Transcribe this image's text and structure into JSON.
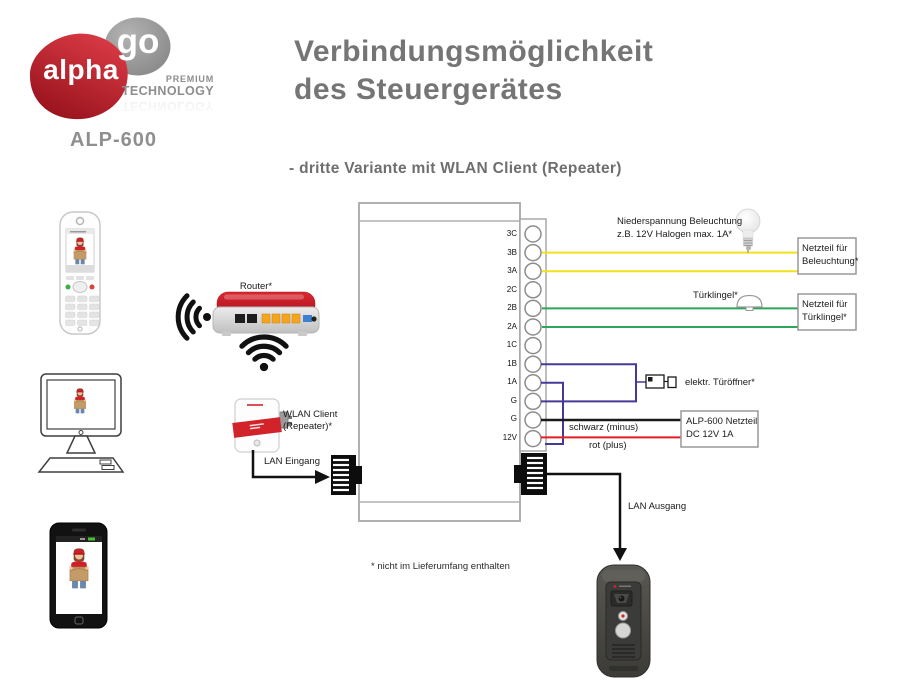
{
  "logo": {
    "brand_primary": "alpha",
    "brand_secondary": "go",
    "tagline_line1": "PREMIUM",
    "tagline_line2": "TECHNOLOGY",
    "model": "ALP-600",
    "brand_red": "#c01722",
    "brand_gray": "#9a9a9a"
  },
  "header": {
    "title_line1": "Verbindungsmöglichkeit",
    "title_line2": "des Steuergerätes",
    "subtitle": "- dritte Variante mit WLAN Client (Repeater)",
    "title_color": "#757575"
  },
  "network": {
    "router_label": "Router*",
    "wlan_client_line1": "WLAN Client",
    "wlan_client_line2": "(Repeater)*",
    "lan_in_label": "LAN Eingang",
    "lan_out_label": "LAN Ausgang"
  },
  "terminal_strip": {
    "labels": [
      "3C",
      "3B",
      "3A",
      "2C",
      "2B",
      "2A",
      "1C",
      "1B",
      "1A",
      "G",
      "G",
      "12V"
    ]
  },
  "annotations": {
    "lighting_line1": "Niederspannung Beleuchtung",
    "lighting_line2": "z.B. 12V Halogen max. 1A*",
    "doorbell": "Türklingel*",
    "door_opener": "elektr. Türöffner*",
    "wire_black_label": "schwarz (minus)",
    "wire_red_label": "rot (plus)",
    "footnote": "* nicht im Lieferumfang enthalten"
  },
  "boxes": {
    "psu_lighting_line1": "Netzteil für",
    "psu_lighting_line2": "Beleuchtung*",
    "psu_doorbell_line1": "Netzteil für",
    "psu_doorbell_line2": "Türklingel*",
    "psu_main_line1": "ALP-600 Netzteil",
    "psu_main_line2": "DC 12V 1A"
  },
  "wires": {
    "yellow": "#f3e11c",
    "green": "#2fa45a",
    "purple": "#463a99",
    "black": "#1a1a1a",
    "red": "#e51e25",
    "lan": "#111111"
  },
  "icons": {
    "wifi": "wifi-arcs-icon",
    "bulb": "light-bulb-icon",
    "bell": "doorbell-dome-icon",
    "door_opener": "door-opener-lock-icon",
    "rj45": "lan-jack-icon",
    "arrow": "direction-arrow-icon"
  }
}
